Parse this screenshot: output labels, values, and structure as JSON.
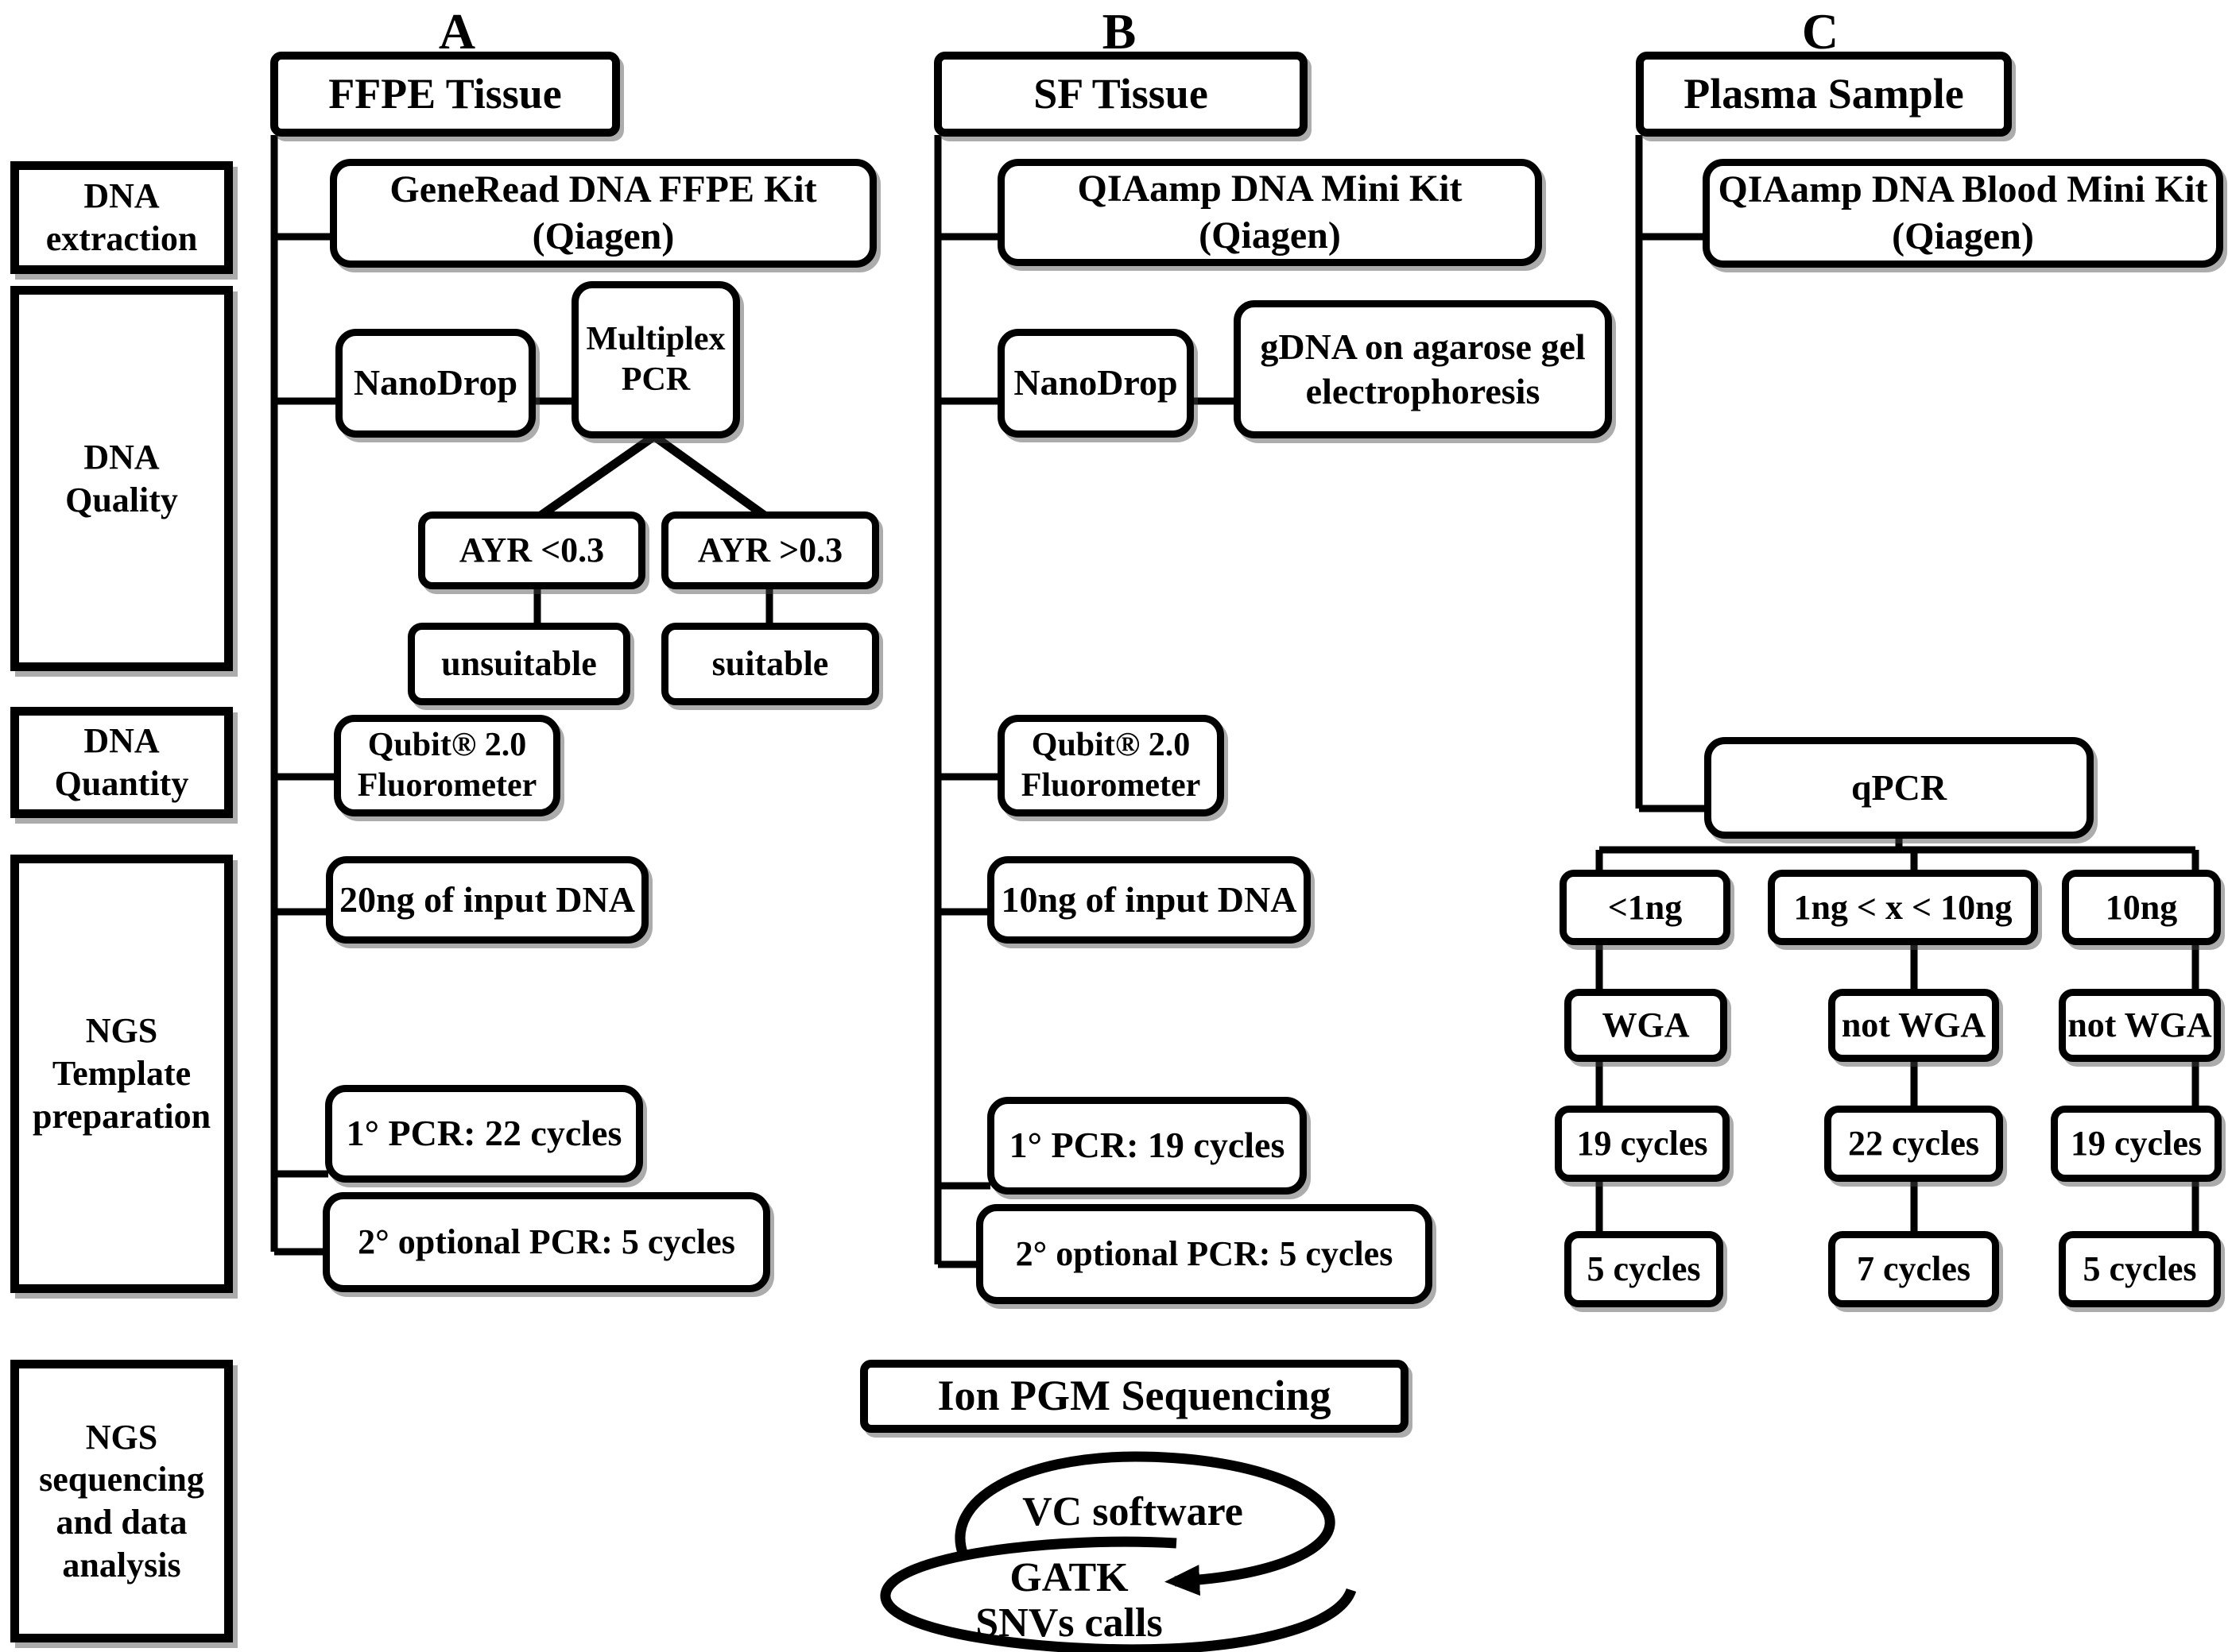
{
  "stages": [
    {
      "label": "DNA\nextraction"
    },
    {
      "label": "DNA\nQuality"
    },
    {
      "label": "DNA\nQuantity"
    },
    {
      "label": "NGS\nTemplate\npreparation"
    },
    {
      "label": "NGS\nsequencing\nand data\nanalysis"
    }
  ],
  "panel_a": {
    "label": "A",
    "header": "FFPE Tissue",
    "kit": "GeneRead DNA FFPE Kit\n(Qiagen)",
    "nanodrop": "NanoDrop",
    "multiplex_pcr": "Multiplex\nPCR",
    "ayr_low": "AYR <0.3",
    "ayr_high": "AYR >0.3",
    "ayr_low_result": "unsuitable",
    "ayr_high_result": "suitable",
    "qubit": "Qubit® 2.0\nFluorometer",
    "input_dna": "20ng of input DNA",
    "pcr_primary": "1° PCR: 22 cycles",
    "pcr_optional": "2° optional PCR: 5 cycles"
  },
  "panel_b": {
    "label": "B",
    "header": "SF Tissue",
    "kit": "QIAamp DNA Mini Kit\n(Qiagen)",
    "nanodrop": "NanoDrop",
    "gel": "gDNA on agarose gel\nelectrophoresis",
    "qubit": "Qubit® 2.0\nFluorometer",
    "input_dna": "10ng of input DNA",
    "pcr_primary": "1° PCR: 19 cycles",
    "pcr_optional": "2° optional PCR: 5 cycles"
  },
  "panel_c": {
    "label": "C",
    "header": "Plasma Sample",
    "kit": "QIAamp DNA Blood Mini Kit\n(Qiagen)",
    "qpcr": "qPCR",
    "branches": [
      {
        "quantity": "<1ng",
        "amplification": "WGA",
        "pcr_primary": "19 cycles",
        "pcr_secondary": "5 cycles"
      },
      {
        "quantity": "1ng < x < 10ng",
        "amplification": "not WGA",
        "pcr_primary": "22 cycles",
        "pcr_secondary": "7 cycles"
      },
      {
        "quantity": "10ng",
        "amplification": "not WGA",
        "pcr_primary": "19 cycles",
        "pcr_secondary": "5 cycles"
      }
    ]
  },
  "sequencing": {
    "box": "Ion PGM Sequencing",
    "loop_top": "VC software",
    "loop_bottom": "GATK\nSNVs calls"
  }
}
